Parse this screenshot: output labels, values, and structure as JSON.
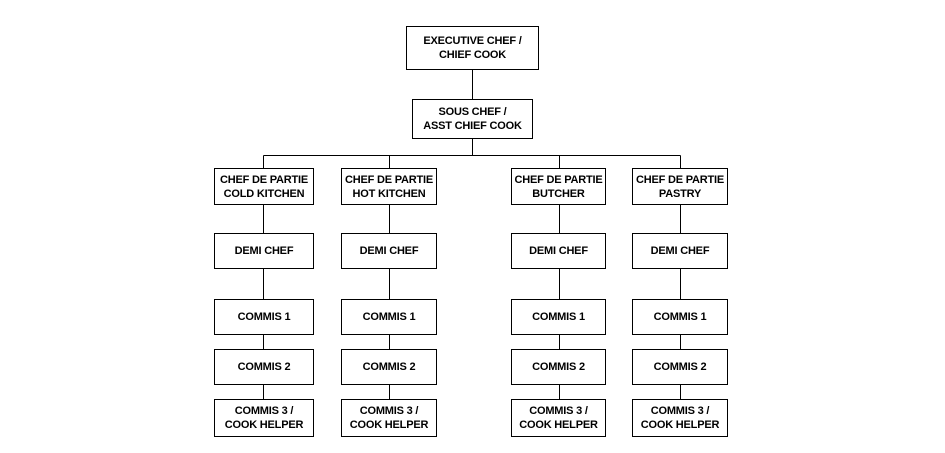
{
  "org_chart": {
    "top": {
      "line1": "EXECUTIVE CHEF /",
      "line2": "CHIEF COOK"
    },
    "second": {
      "line1": "SOUS CHEF /",
      "line2": "ASST CHIEF COOK"
    },
    "branches": [
      {
        "head": {
          "line1": "CHEF DE PARTIE",
          "line2": "COLD KITCHEN"
        },
        "demi": "DEMI CHEF",
        "commis1": "COMMIS 1",
        "commis2": "COMMIS 2",
        "commis3": {
          "line1": "COMMIS 3 /",
          "line2": "COOK HELPER"
        }
      },
      {
        "head": {
          "line1": "CHEF DE PARTIE",
          "line2": "HOT KITCHEN"
        },
        "demi": "DEMI CHEF",
        "commis1": "COMMIS 1",
        "commis2": "COMMIS 2",
        "commis3": {
          "line1": "COMMIS 3 /",
          "line2": "COOK HELPER"
        }
      },
      {
        "head": {
          "line1": "CHEF DE PARTIE",
          "line2": "BUTCHER"
        },
        "demi": "DEMI CHEF",
        "commis1": "COMMIS 1",
        "commis2": "COMMIS 2",
        "commis3": {
          "line1": "COMMIS 3 /",
          "line2": "COOK HELPER"
        }
      },
      {
        "head": {
          "line1": "CHEF DE PARTIE",
          "line2": "PASTRY"
        },
        "demi": "DEMI CHEF",
        "commis1": "COMMIS 1",
        "commis2": "COMMIS 2",
        "commis3": {
          "line1": "COMMIS 3 /",
          "line2": "COOK HELPER"
        }
      }
    ]
  }
}
